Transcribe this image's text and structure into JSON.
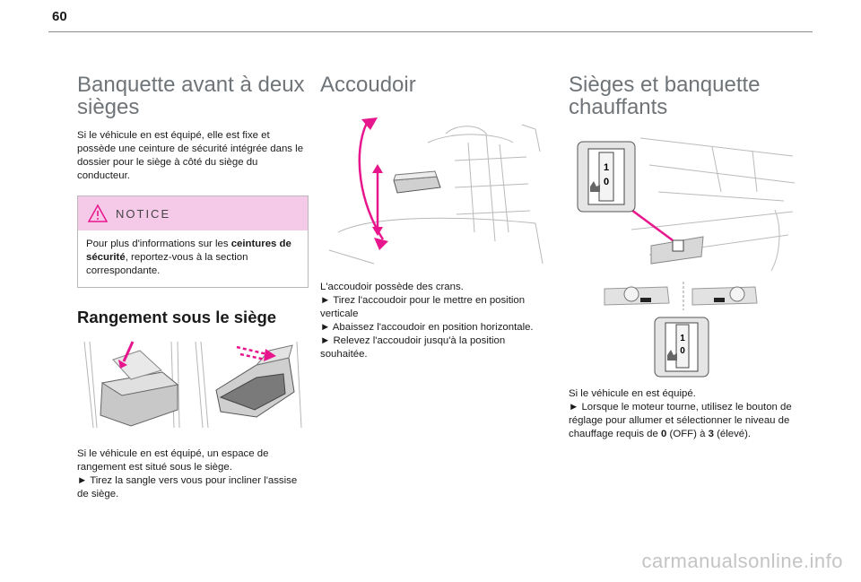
{
  "page": {
    "number": "60"
  },
  "col1": {
    "title": "Banquette avant à deux sièges",
    "intro": "Si le véhicule en est équipé, elle est fixe et possède une ceinture de sécurité intégrée dans le dossier pour le siège à côté du siège du conducteur.",
    "notice": {
      "title": "NOTICE",
      "text_before": "Pour plus d'informations sur les ",
      "text_bold": "ceintures de sécurité",
      "text_after": ", reportez-vous à la section correspondante."
    },
    "storage": {
      "title": "Rangement sous le siège",
      "line1": "Si le véhicule en est équipé, un espace de rangement est situé sous le siège.",
      "line2": "► Tirez la sangle vers vous pour incliner l'assise de siège."
    }
  },
  "col2": {
    "title": "Accoudoir",
    "lines": [
      "L'accoudoir possède des crans.",
      "► Tirez l'accoudoir pour le mettre en position verticale",
      "► Abaissez l'accoudoir en position horizontale.",
      "► Relevez l'accoudoir jusqu'à la position souhaitée."
    ]
  },
  "col3": {
    "title": "Sièges et banquette chauffants",
    "switch_labels": [
      "1",
      "0"
    ],
    "line1": "Si le véhicule en est équipé.",
    "line2_before": "► Lorsque le moteur tourne, utilisez le bouton de réglage pour allumer et sélectionner le niveau de chauffage requis de ",
    "line2_bold1": "0",
    "line2_mid": " (OFF) à ",
    "line2_bold2": "3",
    "line2_after": " (élevé)."
  },
  "watermark": "carmanualsonline.info",
  "colors": {
    "heading": "#6f7478",
    "notice_bg": "#f5c9e8",
    "accent_magenta": "#e8168c"
  }
}
